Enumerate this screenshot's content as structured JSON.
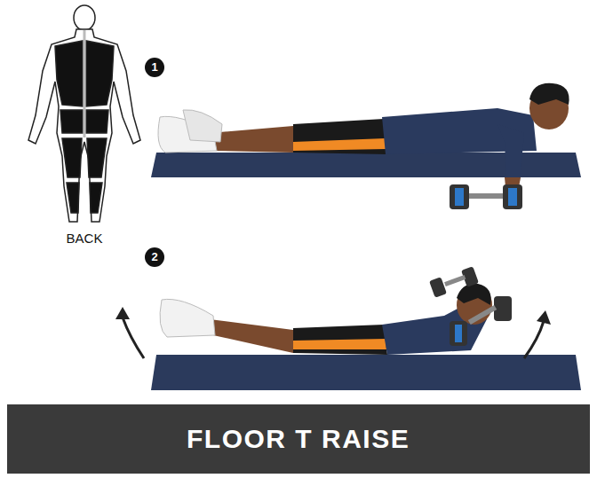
{
  "diagram": {
    "title": "FLOOR T RAISE",
    "labels": [
      "BACK",
      "1",
      "2"
    ]
  }
}
